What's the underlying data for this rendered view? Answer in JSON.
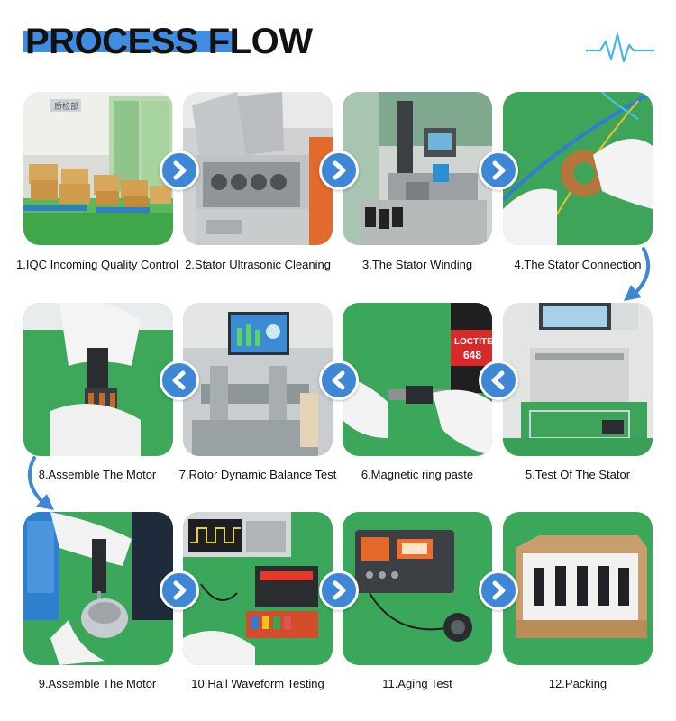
{
  "header": {
    "title": "PROCESS FLOW",
    "icon": "heartbeat-pulse-icon",
    "accent_color": "#3e8de3"
  },
  "steps": [
    {
      "label": "1.IQC Incoming Quality Control"
    },
    {
      "label": "2.Stator Ultrasonic Cleaning"
    },
    {
      "label": "3.The Stator Winding"
    },
    {
      "label": "4.The Stator Connection"
    },
    {
      "label": "5.Test Of The Stator"
    },
    {
      "label": "6.Magnetic ring paste"
    },
    {
      "label": "7.Rotor Dynamic Balance Test"
    },
    {
      "label": "8.Assemble The Motor"
    },
    {
      "label": "9.Assemble The Motor"
    },
    {
      "label": "10.Hall Waveform Testing"
    },
    {
      "label": "11.Aging Test"
    },
    {
      "label": "12.Packing"
    }
  ],
  "photo_labels": {
    "warehouse_sign": "质检部",
    "loctite_brand": "LOCTITE",
    "loctite_number": "648"
  },
  "arrow_color": "#3e86d6"
}
